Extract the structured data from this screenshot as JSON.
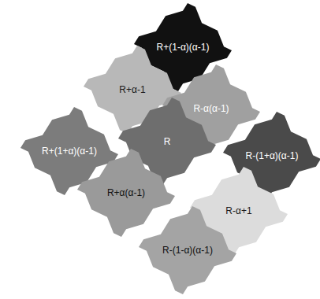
{
  "diagram": {
    "nodes": [
      {
        "text": [
          "R+(1-α)(α-1)"
        ]
      },
      {
        "text": [
          "R+α-1"
        ]
      },
      {
        "text": [
          "R-α(α-1)"
        ]
      },
      {
        "text": [
          "R+(1+α)(α-1)"
        ]
      },
      {
        "text": [
          "R"
        ]
      },
      {
        "text": [
          "R-(1+α)(α-1)"
        ]
      },
      {
        "text": [
          "R+α(α-1)"
        ]
      },
      {
        "text": [
          "R-α+1"
        ]
      },
      {
        "text": [
          "R-(1-α)(α-1)"
        ]
      }
    ]
  }
}
